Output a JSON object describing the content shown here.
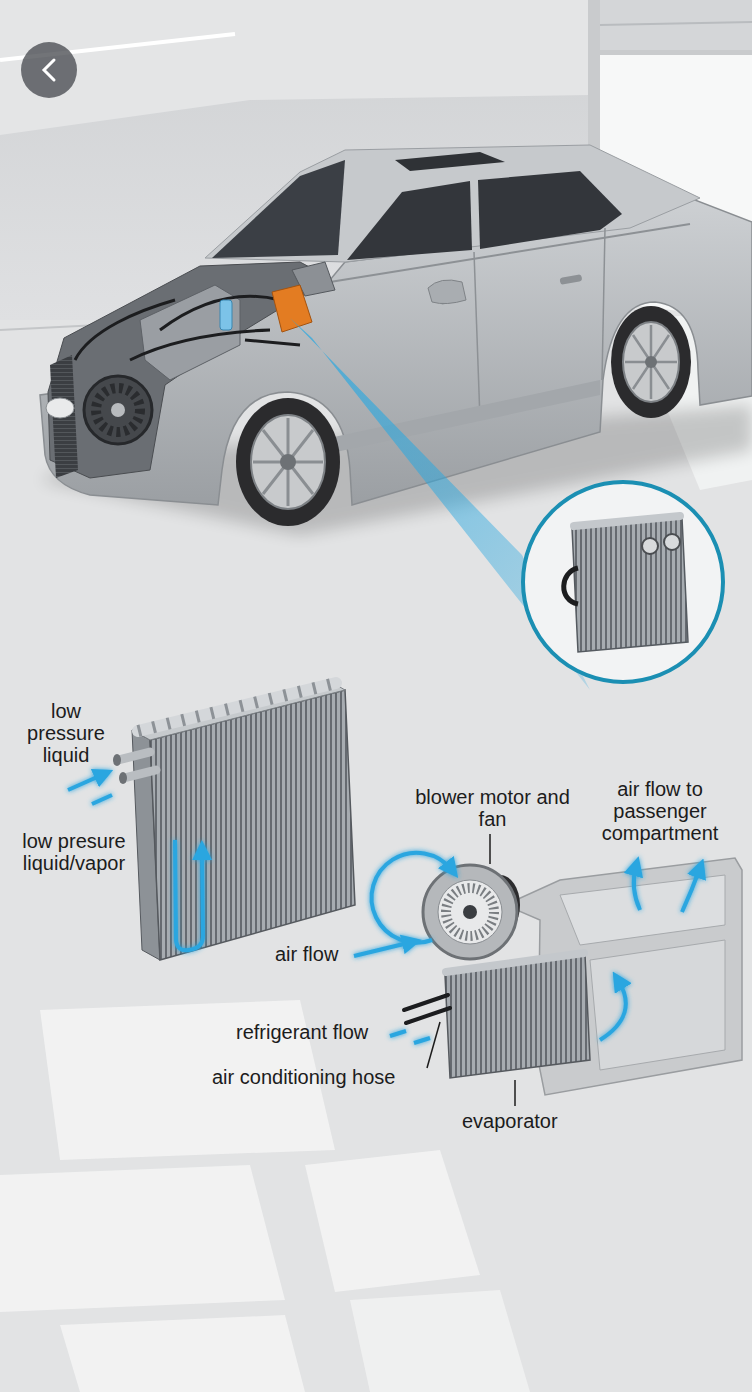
{
  "diagram": {
    "labels": [
      "low pressure liquid",
      "low presure liquid/vapor",
      "blower motor and fan",
      "air flow to passenger compartment",
      "air flow",
      "refrigerant flow",
      "air conditioning hose",
      "evaporator"
    ]
  }
}
